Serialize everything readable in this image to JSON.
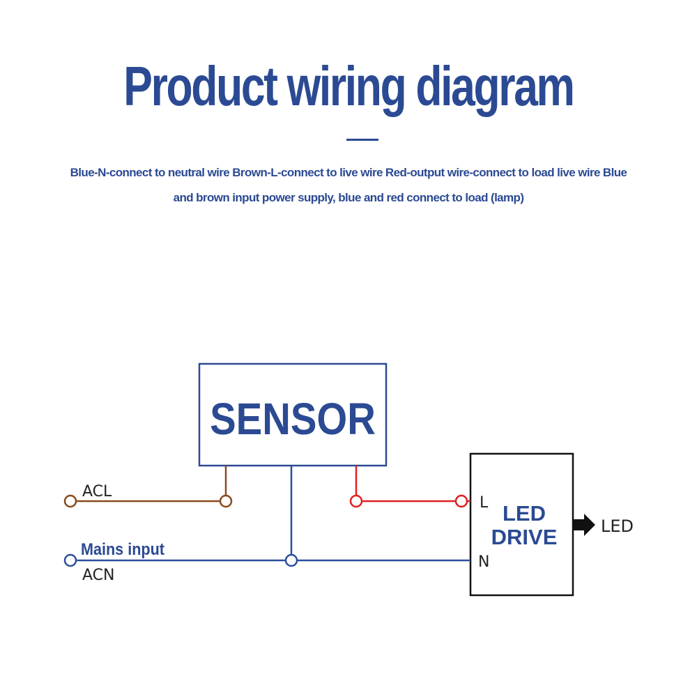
{
  "header": {
    "title": "Product wiring diagram",
    "description": "Blue-N-connect to neutral wire Brown-L-connect to live wire Red-output wire-connect to load live wire Blue and brown input power supply, blue and red connect to load (lamp)"
  },
  "diagram": {
    "sensor_label": "SENSOR",
    "driver_label_line1": "LED",
    "driver_label_line2": "DRIVE",
    "terminal_l": "L",
    "terminal_n": "N",
    "acl_label": "ACL",
    "acn_label": "ACN",
    "mains_label": "Mains input",
    "output_label": "LED",
    "colors": {
      "accent": "#2b4a93",
      "brown_wire": "#8b4a1c",
      "blue_wire": "#2c4f9c",
      "red_wire": "#e02020",
      "box_border": "#2b4a93",
      "driver_border": "#111111"
    }
  }
}
